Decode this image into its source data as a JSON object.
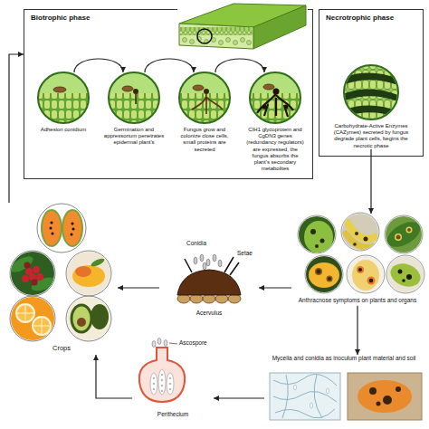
{
  "diagram": {
    "nodes": [
      {
        "text": [
          "Biotrophic phase"
        ]
      },
      {
        "text": [
          "Adhesion conidium"
        ],
        "in": 0
      },
      {
        "text": [
          "Germination and appressorium penetrates epidermal plant's"
        ],
        "in": 0
      },
      {
        "text": [
          "Fungus grow and colonize close cells, small proteins are secreted"
        ],
        "in": 0
      },
      {
        "text": [
          "CIH1 glycoprotein and CgDN3 genes (redundancy regulators) are expressed, the fungus absorbs the plant's secondary metabolites"
        ],
        "in": 0
      },
      {
        "text": [
          "Necrotrophic phase"
        ]
      },
      {
        "text": [
          "Carbohydrate-Active Enzymes (CAZymes) secreted by fungus degrade plant cells, begins the necrotic phase"
        ],
        "in": 5
      },
      {
        "text": [
          "Anthracnose symptoms on plants and organs"
        ]
      },
      {
        "text": [
          "Acervulus"
        ]
      },
      {
        "text": [
          "Crops"
        ]
      },
      {
        "text": [
          "Mycelia and conidia as inoculum plant material and soil"
        ]
      },
      {
        "text": [
          "Perithecium"
        ]
      }
    ],
    "edges": [
      {
        "from": 1,
        "to": 2,
        "arrow": "to"
      },
      {
        "from": 2,
        "to": 3,
        "arrow": "to"
      },
      {
        "from": 3,
        "to": 4,
        "arrow": "to"
      },
      {
        "from": 6,
        "to": 7,
        "arrow": "to"
      },
      {
        "from": 7,
        "to": 8,
        "arrow": "to"
      },
      {
        "from": 8,
        "to": 9,
        "arrow": "to"
      },
      {
        "from": 9,
        "to": 0,
        "arrow": "to"
      },
      {
        "from": 7,
        "to": 10,
        "arrow": "to"
      },
      {
        "from": 10,
        "to": 11,
        "arrow": "to"
      },
      {
        "from": 11,
        "to": 9,
        "arrow": "to"
      }
    ],
    "labels": [
      "Conidia",
      "Setae",
      "Ascospore"
    ]
  }
}
